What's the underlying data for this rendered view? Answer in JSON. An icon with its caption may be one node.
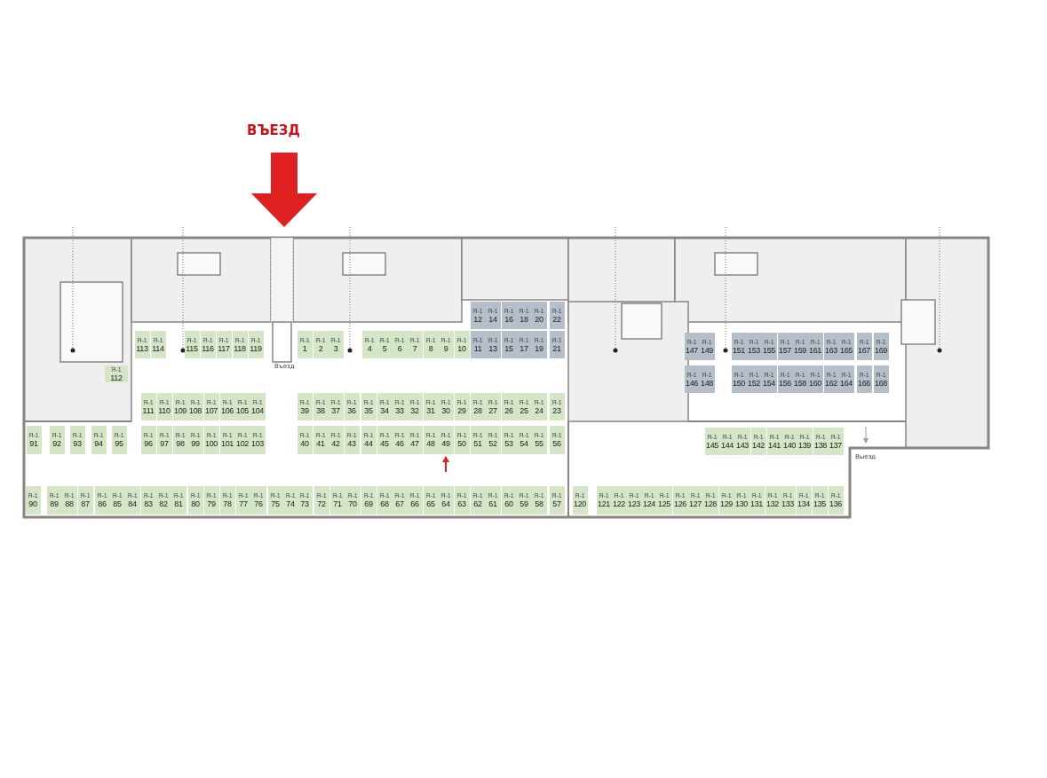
{
  "diagram": {
    "nodes": [
      {
        "text": [
          "Я-1",
          "1"
        ]
      },
      {
        "text": [
          "Я-1",
          "2"
        ]
      },
      {
        "text": [
          "Я-1",
          "3"
        ]
      },
      {
        "text": [
          "Я-1",
          "4"
        ]
      },
      {
        "text": [
          "Я-1",
          "5"
        ]
      },
      {
        "text": [
          "Я-1",
          "6"
        ]
      },
      {
        "text": [
          "Я-1",
          "7"
        ]
      },
      {
        "text": [
          "Я-1",
          "8"
        ]
      },
      {
        "text": [
          "Я-1",
          "9"
        ]
      },
      {
        "text": [
          "Я-1",
          "10"
        ]
      },
      {
        "text": [
          "Я-1",
          "11"
        ]
      },
      {
        "text": [
          "Я-1",
          "12"
        ]
      },
      {
        "text": [
          "Я-1",
          "13"
        ]
      },
      {
        "text": [
          "Я-1",
          "14"
        ]
      },
      {
        "text": [
          "Я-1",
          "15"
        ]
      },
      {
        "text": [
          "Я-1",
          "16"
        ]
      },
      {
        "text": [
          "Я-1",
          "17"
        ]
      },
      {
        "text": [
          "Я-1",
          "18"
        ]
      },
      {
        "text": [
          "Я-1",
          "19"
        ]
      },
      {
        "text": [
          "Я-1",
          "20"
        ]
      },
      {
        "text": [
          "Я-1",
          "21"
        ]
      },
      {
        "text": [
          "Я-1",
          "22"
        ]
      },
      {
        "text": [
          "Я-1",
          "23"
        ]
      },
      {
        "text": [
          "Я-1",
          "24"
        ]
      },
      {
        "text": [
          "Я-1",
          "25"
        ]
      },
      {
        "text": [
          "Я-1",
          "26"
        ]
      },
      {
        "text": [
          "Я-1",
          "27"
        ]
      },
      {
        "text": [
          "Я-1",
          "28"
        ]
      },
      {
        "text": [
          "Я-1",
          "29"
        ]
      },
      {
        "text": [
          "Я-1",
          "30"
        ]
      },
      {
        "text": [
          "Я-1",
          "31"
        ]
      },
      {
        "text": [
          "Я-1",
          "32"
        ]
      },
      {
        "text": [
          "Я-1",
          "33"
        ]
      },
      {
        "text": [
          "Я-1",
          "34"
        ]
      },
      {
        "text": [
          "Я-1",
          "35"
        ]
      },
      {
        "text": [
          "Я-1",
          "36"
        ]
      },
      {
        "text": [
          "Я-1",
          "37"
        ]
      },
      {
        "text": [
          "Я-1",
          "38"
        ]
      },
      {
        "text": [
          "Я-1",
          "39"
        ]
      },
      {
        "text": [
          "Я-1",
          "40"
        ]
      },
      {
        "text": [
          "Я-1",
          "41"
        ]
      },
      {
        "text": [
          "Я-1",
          "42"
        ]
      },
      {
        "text": [
          "Я-1",
          "43"
        ]
      },
      {
        "text": [
          "Я-1",
          "44"
        ]
      },
      {
        "text": [
          "Я-1",
          "45"
        ]
      },
      {
        "text": [
          "Я-1",
          "46"
        ]
      },
      {
        "text": [
          "Я-1",
          "47"
        ]
      },
      {
        "text": [
          "Я-1",
          "48"
        ]
      },
      {
        "text": [
          "Я-1",
          "49"
        ]
      },
      {
        "text": [
          "Я-1",
          "50"
        ]
      },
      {
        "text": [
          "Я-1",
          "51"
        ]
      },
      {
        "text": [
          "Я-1",
          "52"
        ]
      },
      {
        "text": [
          "Я-1",
          "53"
        ]
      },
      {
        "text": [
          "Я-1",
          "54"
        ]
      },
      {
        "text": [
          "Я-1",
          "55"
        ]
      },
      {
        "text": [
          "Я-1",
          "56"
        ]
      },
      {
        "text": [
          "Я-1",
          "57"
        ]
      },
      {
        "text": [
          "Я-1",
          "58"
        ]
      },
      {
        "text": [
          "Я-1",
          "59"
        ]
      },
      {
        "text": [
          "Я-1",
          "60"
        ]
      },
      {
        "text": [
          "Я-1",
          "61"
        ]
      },
      {
        "text": [
          "Я-1",
          "62"
        ]
      },
      {
        "text": [
          "Я-1",
          "63"
        ]
      },
      {
        "text": [
          "Я-1",
          "64"
        ]
      },
      {
        "text": [
          "Я-1",
          "65"
        ]
      },
      {
        "text": [
          "Я-1",
          "66"
        ]
      },
      {
        "text": [
          "Я-1",
          "67"
        ]
      },
      {
        "text": [
          "Я-1",
          "68"
        ]
      },
      {
        "text": [
          "Я-1",
          "69"
        ]
      },
      {
        "text": [
          "Я-1",
          "70"
        ]
      },
      {
        "text": [
          "Я-1",
          "71"
        ]
      },
      {
        "text": [
          "Я-1",
          "72"
        ]
      },
      {
        "text": [
          "Я-1",
          "73"
        ]
      },
      {
        "text": [
          "Я-1",
          "74"
        ]
      },
      {
        "text": [
          "Я-1",
          "75"
        ]
      },
      {
        "text": [
          "Я-1",
          "76"
        ]
      },
      {
        "text": [
          "Я-1",
          "77"
        ]
      },
      {
        "text": [
          "Я-1",
          "78"
        ]
      },
      {
        "text": [
          "Я-1",
          "79"
        ]
      },
      {
        "text": [
          "Я-1",
          "80"
        ]
      },
      {
        "text": [
          "Я-1",
          "81"
        ]
      },
      {
        "text": [
          "Я-1",
          "82"
        ]
      },
      {
        "text": [
          "Я-1",
          "83"
        ]
      },
      {
        "text": [
          "Я-1",
          "84"
        ]
      },
      {
        "text": [
          "Я-1",
          "85"
        ]
      },
      {
        "text": [
          "Я-1",
          "86"
        ]
      },
      {
        "text": [
          "Я-1",
          "87"
        ]
      },
      {
        "text": [
          "Я-1",
          "88"
        ]
      },
      {
        "text": [
          "Я-1",
          "89"
        ]
      },
      {
        "text": [
          "Я-1",
          "90"
        ]
      },
      {
        "text": [
          "Я-1",
          "91"
        ]
      },
      {
        "text": [
          "Я-1",
          "92"
        ]
      },
      {
        "text": [
          "Я-1",
          "93"
        ]
      },
      {
        "text": [
          "Я-1",
          "94"
        ]
      },
      {
        "text": [
          "Я-1",
          "95"
        ]
      },
      {
        "text": [
          "Я-1",
          "96"
        ]
      },
      {
        "text": [
          "Я-1",
          "97"
        ]
      },
      {
        "text": [
          "Я-1",
          "98"
        ]
      },
      {
        "text": [
          "Я-1",
          "99"
        ]
      },
      {
        "text": [
          "Я-1",
          "100"
        ]
      },
      {
        "text": [
          "Я-1",
          "101"
        ]
      },
      {
        "text": [
          "Я-1",
          "102"
        ]
      },
      {
        "text": [
          "Я-1",
          "103"
        ]
      },
      {
        "text": [
          "Я-1",
          "104"
        ]
      },
      {
        "text": [
          "Я-1",
          "105"
        ]
      },
      {
        "text": [
          "Я-1",
          "106"
        ]
      },
      {
        "text": [
          "Я-1",
          "107"
        ]
      },
      {
        "text": [
          "Я-1",
          "108"
        ]
      },
      {
        "text": [
          "Я-1",
          "109"
        ]
      },
      {
        "text": [
          "Я-1",
          "110"
        ]
      },
      {
        "text": [
          "Я-1",
          "111"
        ]
      },
      {
        "text": [
          "Я-1",
          "112"
        ]
      },
      {
        "text": [
          "Я-1",
          "113"
        ]
      },
      {
        "text": [
          "Я-1",
          "114"
        ]
      },
      {
        "text": [
          "Я-1",
          "115"
        ]
      },
      {
        "text": [
          "Я-1",
          "116"
        ]
      },
      {
        "text": [
          "Я-1",
          "117"
        ]
      },
      {
        "text": [
          "Я-1",
          "118"
        ]
      },
      {
        "text": [
          "Я-1",
          "119"
        ]
      },
      {
        "text": [
          "Я-1",
          "120"
        ]
      },
      {
        "text": [
          "Я-1",
          "121"
        ]
      },
      {
        "text": [
          "Я-1",
          "122"
        ]
      },
      {
        "text": [
          "Я-1",
          "123"
        ]
      },
      {
        "text": [
          "Я-1",
          "124"
        ]
      },
      {
        "text": [
          "Я-1",
          "125"
        ]
      },
      {
        "text": [
          "Я-1",
          "126"
        ]
      },
      {
        "text": [
          "Я-1",
          "127"
        ]
      },
      {
        "text": [
          "Я-1",
          "128"
        ]
      },
      {
        "text": [
          "Я-1",
          "129"
        ]
      },
      {
        "text": [
          "Я-1",
          "130"
        ]
      },
      {
        "text": [
          "Я-1",
          "131"
        ]
      },
      {
        "text": [
          "Я-1",
          "132"
        ]
      },
      {
        "text": [
          "Я-1",
          "133"
        ]
      },
      {
        "text": [
          "Я-1",
          "134"
        ]
      },
      {
        "text": [
          "Я-1",
          "135"
        ]
      },
      {
        "text": [
          "Я-1",
          "136"
        ]
      },
      {
        "text": [
          "Я-1",
          "137"
        ]
      },
      {
        "text": [
          "Я-1",
          "138"
        ]
      },
      {
        "text": [
          "Я-1",
          "139"
        ]
      },
      {
        "text": [
          "Я-1",
          "140"
        ]
      },
      {
        "text": [
          "Я-1",
          "141"
        ]
      },
      {
        "text": [
          "Я-1",
          "142"
        ]
      },
      {
        "text": [
          "Я-1",
          "143"
        ]
      },
      {
        "text": [
          "Я-1",
          "144"
        ]
      },
      {
        "text": [
          "Я-1",
          "145"
        ]
      },
      {
        "text": [
          "Я-1",
          "146"
        ]
      },
      {
        "text": [
          "Я-1",
          "147"
        ]
      },
      {
        "text": [
          "Я-1",
          "148"
        ]
      },
      {
        "text": [
          "Я-1",
          "149"
        ]
      },
      {
        "text": [
          "Я-1",
          "150"
        ]
      },
      {
        "text": [
          "Я-1",
          "151"
        ]
      },
      {
        "text": [
          "Я-1",
          "152"
        ]
      },
      {
        "text": [
          "Я-1",
          "153"
        ]
      },
      {
        "text": [
          "Я-1",
          "154"
        ]
      },
      {
        "text": [
          "Я-1",
          "155"
        ]
      },
      {
        "text": [
          "Я-1",
          "156"
        ]
      },
      {
        "text": [
          "Я-1",
          "157"
        ]
      },
      {
        "text": [
          "Я-1",
          "158"
        ]
      },
      {
        "text": [
          "Я-1",
          "159"
        ]
      },
      {
        "text": [
          "Я-1",
          "160"
        ]
      },
      {
        "text": [
          "Я-1",
          "161"
        ]
      },
      {
        "text": [
          "Я-1",
          "162"
        ]
      },
      {
        "text": [
          "Я-1",
          "163"
        ]
      },
      {
        "text": [
          "Я-1",
          "164"
        ]
      },
      {
        "text": [
          "Я-1",
          "165"
        ]
      },
      {
        "text": [
          "Я-1",
          "166"
        ]
      },
      {
        "text": [
          "Я-1",
          "167"
        ]
      },
      {
        "text": [
          "Я-1",
          "168"
        ]
      },
      {
        "text": [
          "Я-1",
          "169"
        ]
      }
    ],
    "edges": [
      {
        "from": null,
        "to": 48,
        "arrow": "to"
      }
    ],
    "labels": [
      "ВЪЕЗД",
      "Въезд",
      "Выезд"
    ]
  }
}
